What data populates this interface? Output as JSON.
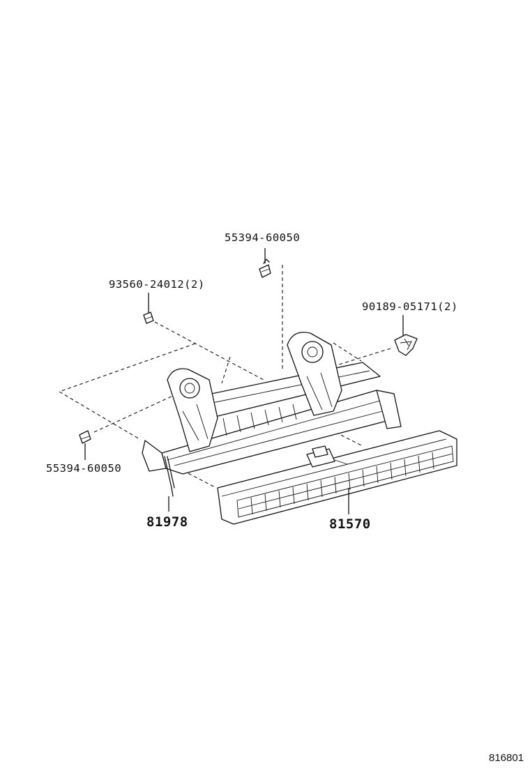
{
  "labels": {
    "clip_top": "55394-60050",
    "screw_left": "93560-24012(2)",
    "nut_right": "90189-05171(2)",
    "clip_left": "55394-60050",
    "bracket": "81978",
    "lamp": "81570"
  },
  "figure_code": "816801"
}
